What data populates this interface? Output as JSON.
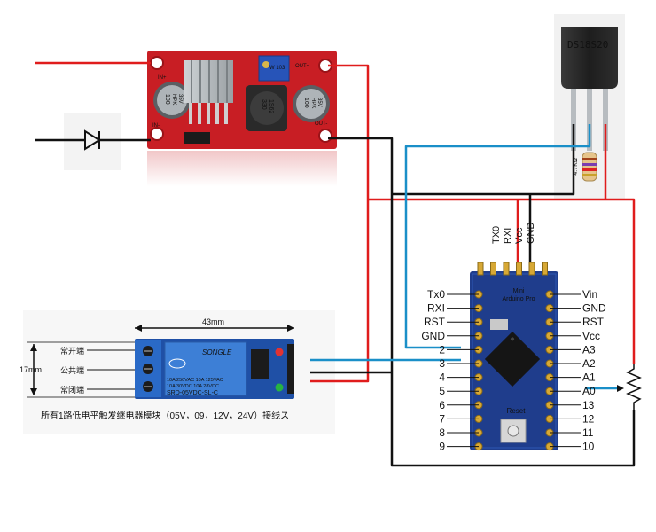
{
  "buck_module": {
    "in_plus": "IN+",
    "in_minus": "IN-",
    "out_plus": "OUT+",
    "out_minus": "OUT-",
    "cap1": [
      "100",
      "HPK",
      "35V"
    ],
    "cap2": [
      "100",
      "HPK",
      "35V"
    ],
    "pot_label": "W 103",
    "inductor": [
      "330",
      "1S62"
    ]
  },
  "sensor": {
    "label": "DS18S20"
  },
  "resistor": {
    "label": "4.7KΩ"
  },
  "relay": {
    "width_label": "43mm",
    "height_label": "17mm",
    "terminals": [
      "常开端",
      "公共端",
      "常闭端"
    ],
    "brand": "SONGLE",
    "specs": [
      "10A 250VAC   10A 125VAC",
      "10A  30VDC   10A  28VDC"
    ],
    "model": "SRD-05VDC-SL-C",
    "caption": "所有1路低电平触发继电器模块（05V，09，12V，24V）接线ス"
  },
  "arduino": {
    "top_pins": [
      "TX0",
      "RXI",
      "Vcc",
      "GND"
    ],
    "left_pins": [
      "Tx0",
      "RXI",
      "RST",
      "GND",
      "2",
      "3",
      "4",
      "5",
      "6",
      "7",
      "8",
      "9"
    ],
    "right_pins": [
      "Vin",
      "GND",
      "RST",
      "Vcc",
      "A3",
      "A2",
      "A1",
      "A0",
      "13",
      "12",
      "11",
      "10"
    ],
    "board_lines": [
      "Mini",
      "Arduino Pro"
    ],
    "reset_label": "Reset"
  },
  "colors": {
    "red_wire": "#e01c1c",
    "black_wire": "#111111",
    "blue_wire": "#1a8fc8",
    "pcb_red": "#c81e24",
    "pcb_blue": "#1f3d8c",
    "relay_blue": "#2a64b4"
  }
}
